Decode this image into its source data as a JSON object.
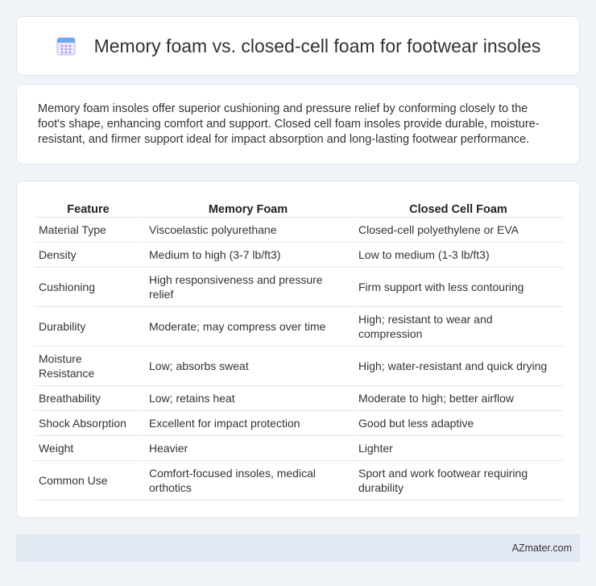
{
  "header": {
    "title": "Memory foam vs. closed-cell foam for footwear insoles",
    "icon": "calendar-icon"
  },
  "intro": {
    "text": "Memory foam insoles offer superior cushioning and pressure relief by conforming closely to the foot's shape, enhancing comfort and support. Closed cell foam insoles provide durable, moisture-resistant, and firmer support ideal for impact absorption and long-lasting footwear performance."
  },
  "table": {
    "headers": [
      "Feature",
      "Memory Foam",
      "Closed Cell Foam"
    ],
    "rows": [
      [
        "Material Type",
        "Viscoelastic polyurethane",
        "Closed-cell polyethylene or EVA"
      ],
      [
        "Density",
        "Medium to high (3-7 lb/ft3)",
        "Low to medium (1-3 lb/ft3)"
      ],
      [
        "Cushioning",
        "High responsiveness and pressure relief",
        "Firm support with less contouring"
      ],
      [
        "Durability",
        "Moderate; may compress over time",
        "High; resistant to wear and compression"
      ],
      [
        "Moisture Resistance",
        "Low; absorbs sweat",
        "High; water-resistant and quick drying"
      ],
      [
        "Breathability",
        "Low; retains heat",
        "Moderate to high; better airflow"
      ],
      [
        "Shock Absorption",
        "Excellent for impact protection",
        "Good but less adaptive"
      ],
      [
        "Weight",
        "Heavier",
        "Lighter"
      ],
      [
        "Common Use",
        "Comfort-focused insoles, medical orthotics",
        "Sport and work footwear requiring durability"
      ]
    ]
  },
  "footer": {
    "brand": "AZmater.com"
  },
  "colors": {
    "background": "#f0f3f7",
    "card": "#ffffff",
    "footer": "#e3e9f2",
    "icon_accent": "#8c7fe0"
  }
}
